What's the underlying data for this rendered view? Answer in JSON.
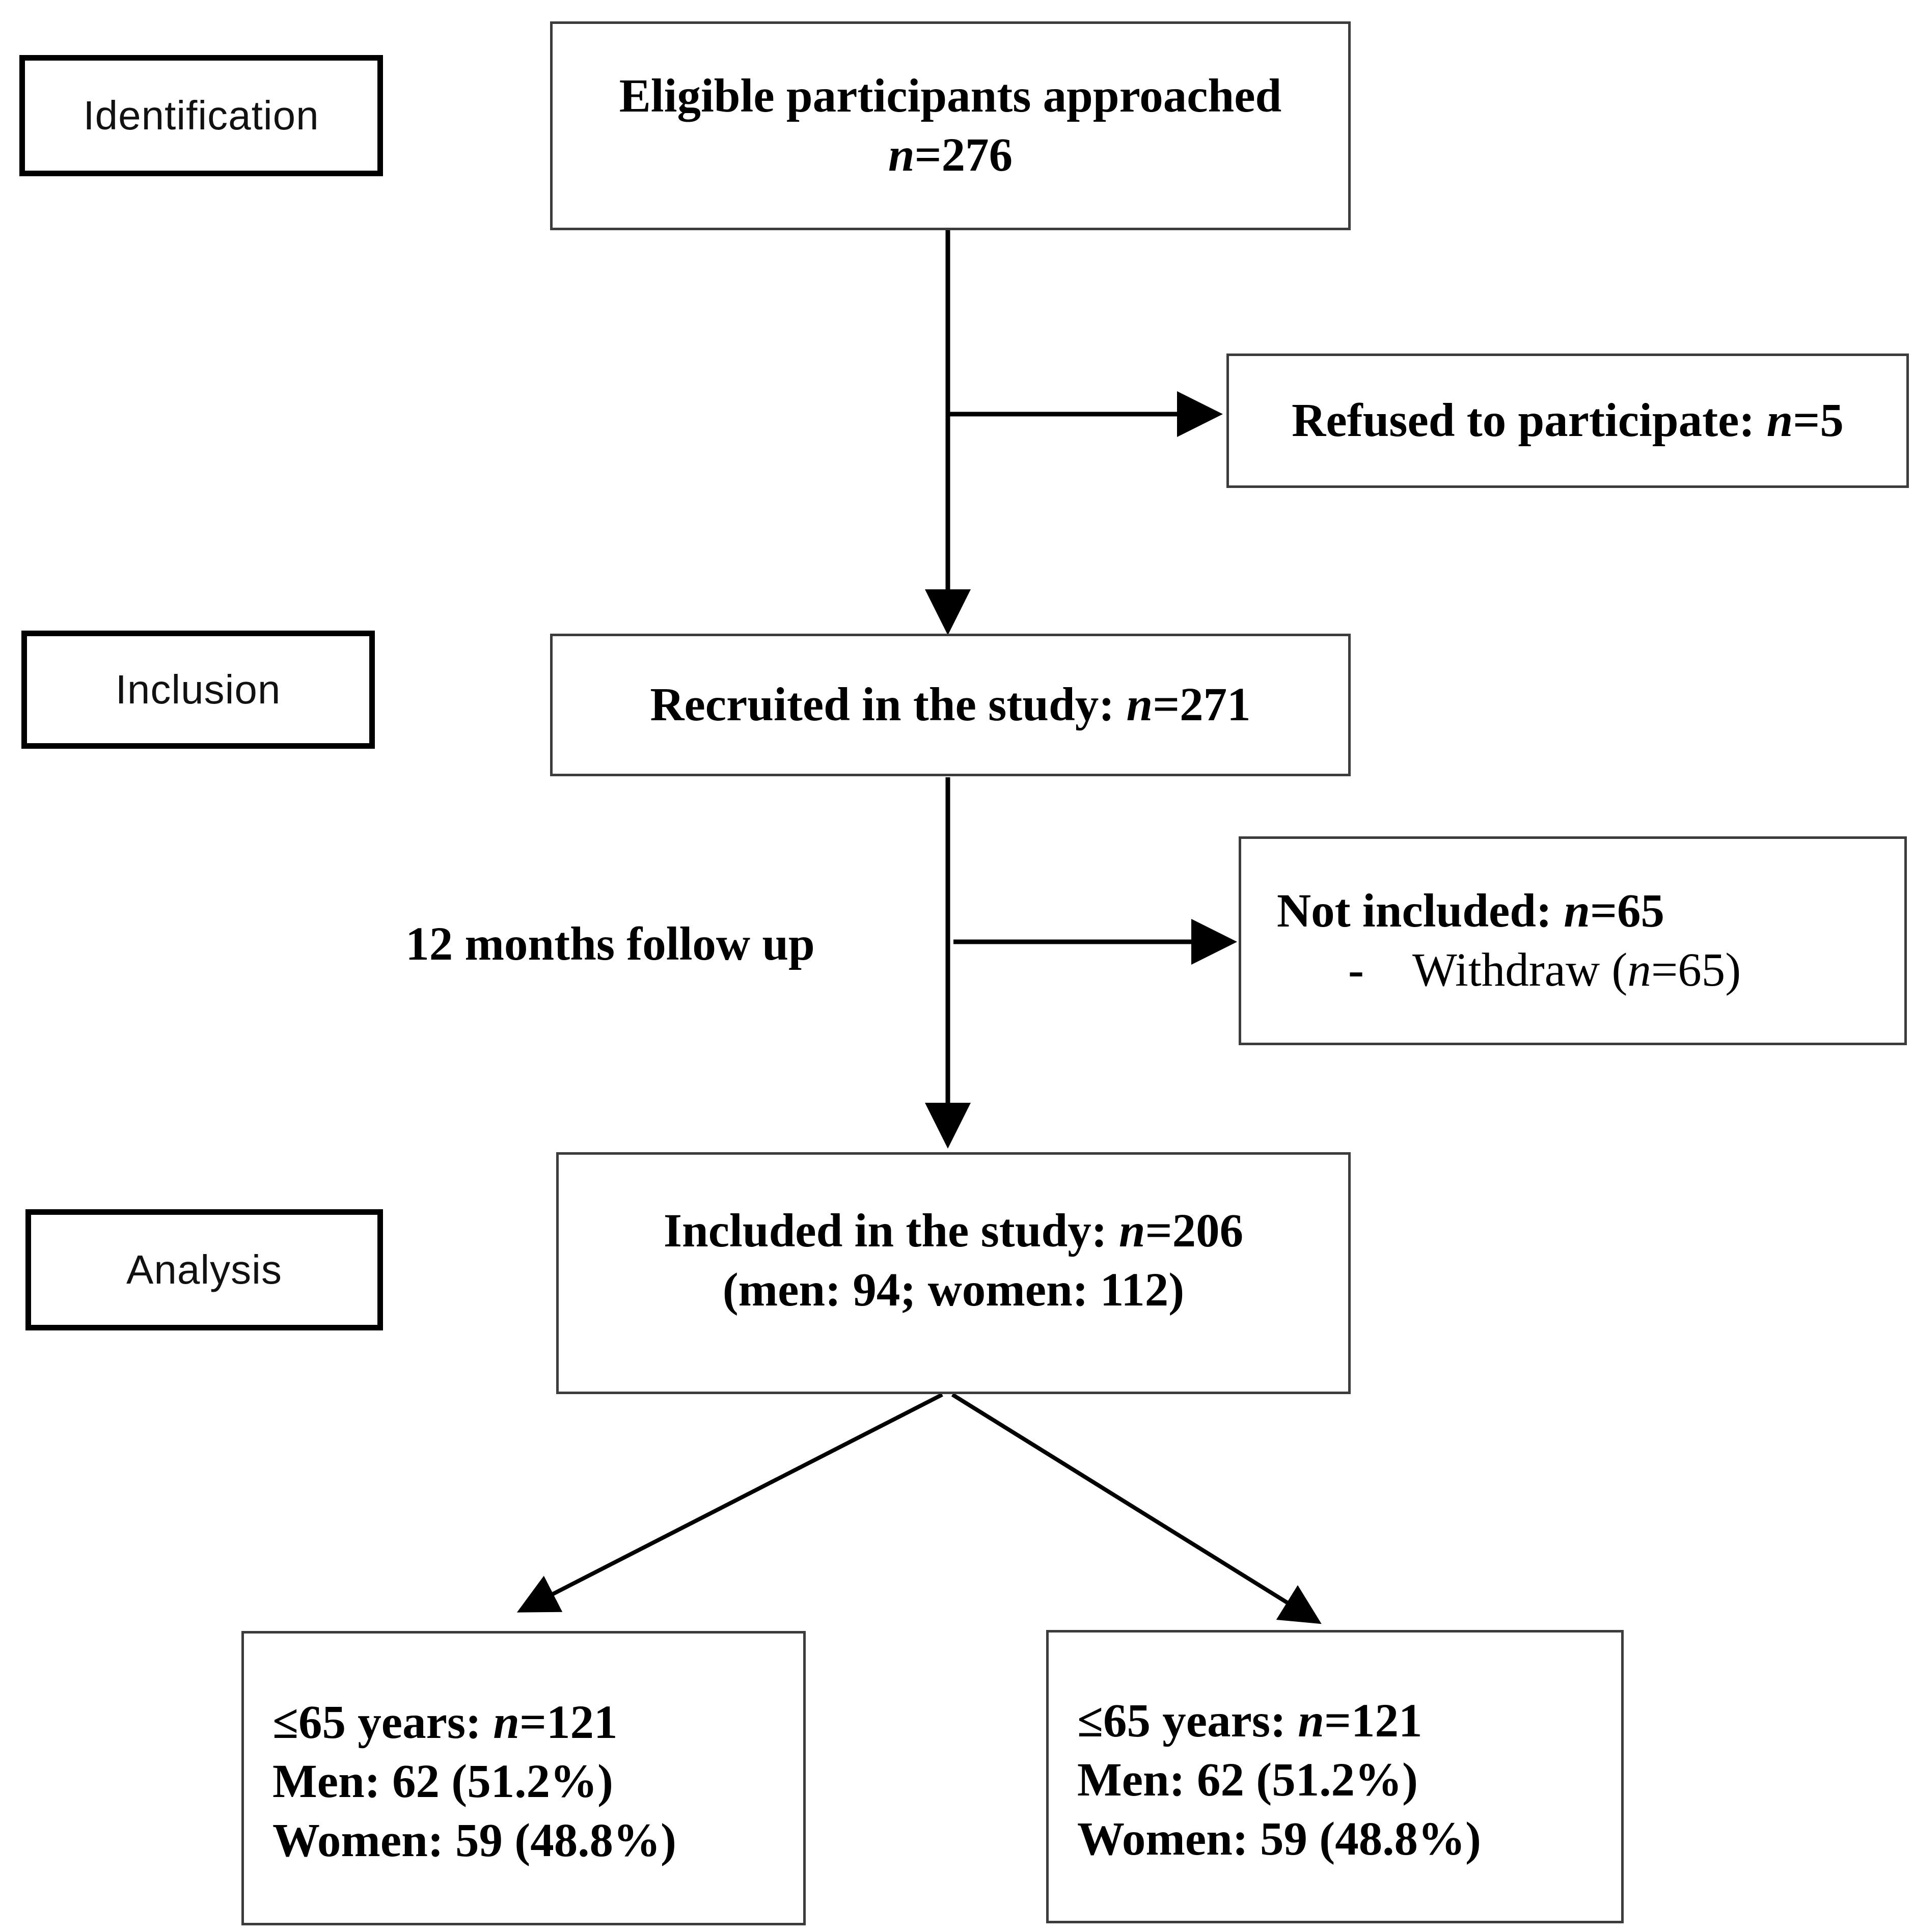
{
  "palette": {
    "ink": "#000000",
    "flow_box_border": "#3c3c3c",
    "stage_box_border": "#000000",
    "background": "#ffffff"
  },
  "stage_labels": {
    "identification": "Identification",
    "inclusion": "Inclusion",
    "analysis": "Analysis"
  },
  "flow": {
    "eligible": {
      "line1": "Eligible participants approached",
      "n": "n",
      "n_suffix": "=276"
    },
    "refused": {
      "prefix": "Refused to participate: ",
      "n": "n",
      "suffix": "=5"
    },
    "recruited": {
      "prefix": "Recruited in the study: ",
      "n": "n",
      "suffix": "=271"
    },
    "followup_label": "12 months follow up",
    "not_included": {
      "title_prefix": "Not included: ",
      "title_n": "n",
      "title_suffix": "=65",
      "bullet_dash": "-",
      "bullet_prefix": "Withdraw (",
      "bullet_n": "n",
      "bullet_suffix": "=65)"
    },
    "included": {
      "prefix": "Included in the study: ",
      "n": "n",
      "suffix": "=206",
      "line2": "(men: 94; women: 112)"
    },
    "age_left": {
      "prefix": "≤65 years: ",
      "n": "n",
      "suffix": "=121",
      "line2": "Men: 62 (51.2%)",
      "line3": "Women: 59 (48.8%)"
    },
    "age_right": {
      "prefix": "≤65 years: ",
      "n": "n",
      "suffix": "=121",
      "line2": "Men: 62 (51.2%)",
      "line3": "Women: 59 (48.8%)"
    }
  }
}
